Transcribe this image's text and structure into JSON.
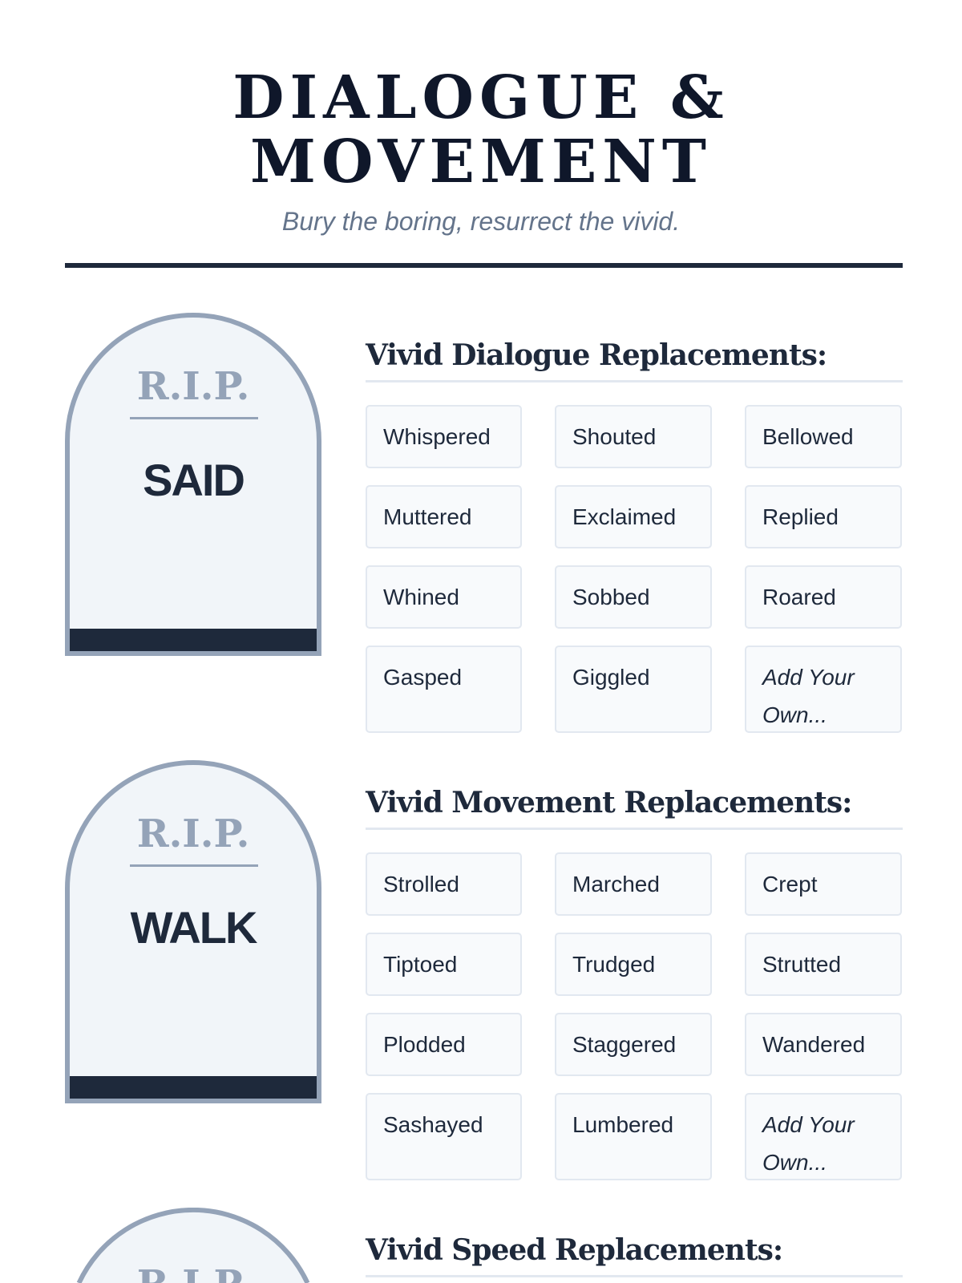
{
  "header": {
    "title_line1": "DIALOGUE &",
    "title_line2": "MOVEMENT",
    "subtitle": "Bury the boring, resurrect the vivid."
  },
  "sections": [
    {
      "rip": "R.I.P.",
      "word": "SAID",
      "heading": "Vivid Dialogue Replacements:",
      "items": [
        "Whispered",
        "Shouted",
        "Bellowed",
        "Muttered",
        "Exclaimed",
        "Replied",
        "Whined",
        "Sobbed",
        "Roared",
        "Gasped",
        "Giggled",
        "Add Your Own..."
      ]
    },
    {
      "rip": "R.I.P.",
      "word": "WALK",
      "heading": "Vivid Movement Replacements:",
      "items": [
        "Strolled",
        "Marched",
        "Crept",
        "Tiptoed",
        "Trudged",
        "Strutted",
        "Plodded",
        "Staggered",
        "Wandered",
        "Sashayed",
        "Lumbered",
        "Add Your Own..."
      ]
    },
    {
      "rip": "R.I.P.",
      "heading": "Vivid Speed Replacements:"
    }
  ]
}
